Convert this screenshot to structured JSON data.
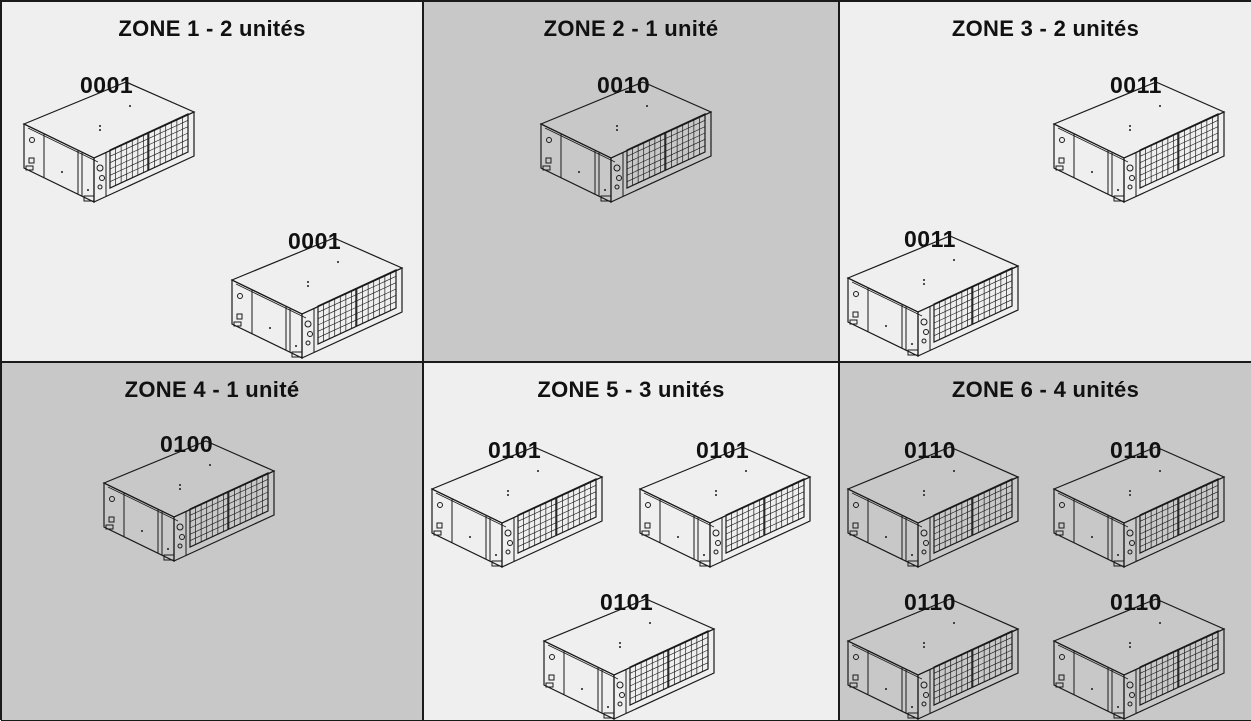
{
  "colors": {
    "light": "#efefef",
    "dark": "#c8c8c8",
    "line": "#1a1a1a"
  },
  "zones": [
    {
      "title": "ZONE 1 - 2 unités",
      "shade": "light",
      "units": [
        "0001",
        "0001"
      ]
    },
    {
      "title": "ZONE 2 - 1 unité",
      "shade": "dark",
      "units": [
        "0010"
      ]
    },
    {
      "title": "ZONE 3 - 2 unités",
      "shade": "light",
      "units": [
        "0011",
        "0011"
      ]
    },
    {
      "title": "ZONE 4 - 1 unité",
      "shade": "dark",
      "units": [
        "0100"
      ]
    },
    {
      "title": "ZONE 5 - 3 unités",
      "shade": "light",
      "units": [
        "0101",
        "0101",
        "0101"
      ]
    },
    {
      "title": "ZONE 6 - 4 unités",
      "shade": "dark",
      "units": [
        "0110",
        "0110",
        "0110",
        "0110"
      ]
    }
  ],
  "unit_icon": "hvac-unit-icon"
}
